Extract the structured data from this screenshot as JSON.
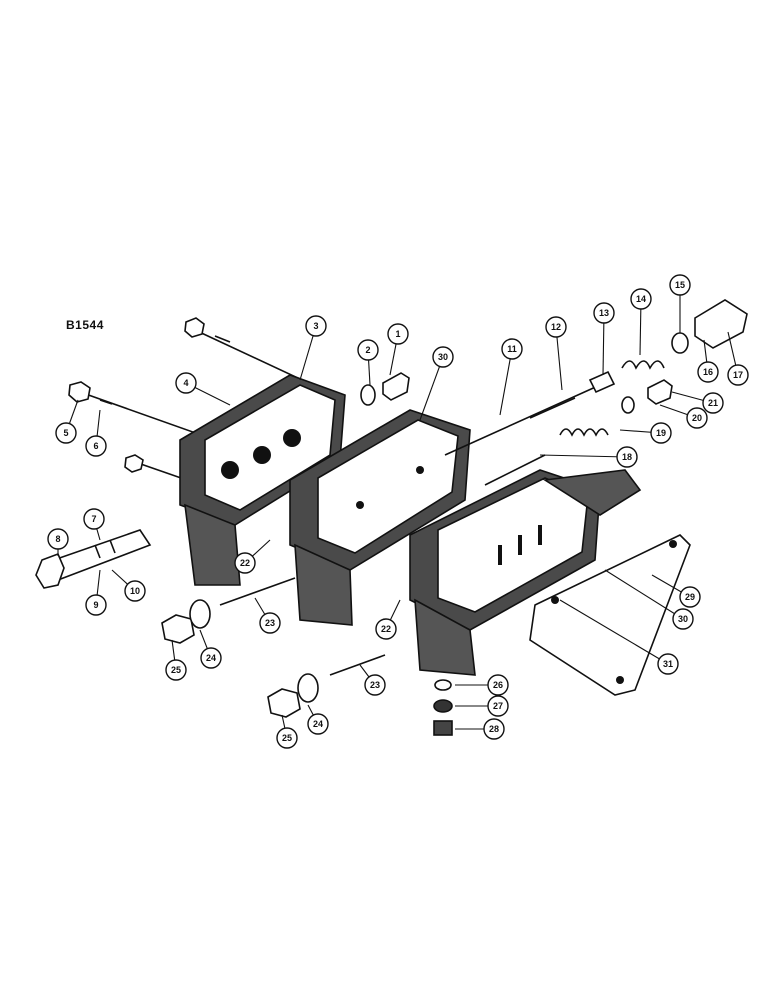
{
  "figure_code": "B1544",
  "callouts": [
    {
      "id": "c1",
      "label": "1"
    },
    {
      "id": "c2",
      "label": "2"
    },
    {
      "id": "c3",
      "label": "3"
    },
    {
      "id": "c4",
      "label": "4"
    },
    {
      "id": "c5",
      "label": "5"
    },
    {
      "id": "c6",
      "label": "6"
    },
    {
      "id": "c7",
      "label": "7"
    },
    {
      "id": "c8",
      "label": "8"
    },
    {
      "id": "c9",
      "label": "9"
    },
    {
      "id": "c10",
      "label": "10"
    },
    {
      "id": "c11",
      "label": "11"
    },
    {
      "id": "c12",
      "label": "12"
    },
    {
      "id": "c13",
      "label": "13"
    },
    {
      "id": "c14",
      "label": "14"
    },
    {
      "id": "c15",
      "label": "15"
    },
    {
      "id": "c16",
      "label": "16"
    },
    {
      "id": "c17",
      "label": "17"
    },
    {
      "id": "c18",
      "label": "18"
    },
    {
      "id": "c19",
      "label": "19"
    },
    {
      "id": "c20",
      "label": "20"
    },
    {
      "id": "c21",
      "label": "21"
    },
    {
      "id": "c22a",
      "label": "22"
    },
    {
      "id": "c22b",
      "label": "22"
    },
    {
      "id": "c23a",
      "label": "23"
    },
    {
      "id": "c23b",
      "label": "23"
    },
    {
      "id": "c24a",
      "label": "24"
    },
    {
      "id": "c24b",
      "label": "24"
    },
    {
      "id": "c25a",
      "label": "25"
    },
    {
      "id": "c25b",
      "label": "25"
    },
    {
      "id": "c26",
      "label": "26"
    },
    {
      "id": "c27",
      "label": "27"
    },
    {
      "id": "c28",
      "label": "28"
    },
    {
      "id": "c29",
      "label": "29"
    },
    {
      "id": "c30a",
      "label": "30"
    },
    {
      "id": "c30b",
      "label": "30"
    },
    {
      "id": "c31",
      "label": "31"
    }
  ]
}
